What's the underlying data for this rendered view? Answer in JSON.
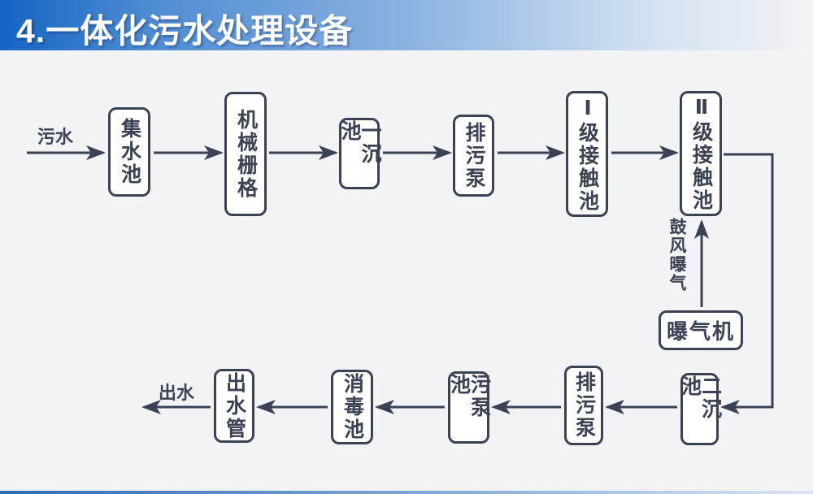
{
  "title": "4.一体化污水处理设备",
  "colors": {
    "title_blue": "#1464c2",
    "ink_navy": "#3a4254",
    "background": "#f2f3f5",
    "footer_blue": "#2d6cb4"
  },
  "flow": {
    "input_label": "污水",
    "output_label": "出水",
    "aeration_label": "鼓风曝气",
    "nodes": {
      "collection_tank": "集水池",
      "mechanical_grid": "机械栅格",
      "primary_sedimentation_tank": "一沉池",
      "sewage_pump_top": "排污泵",
      "level1_contact_tank": "Ⅰ级接触池",
      "level2_contact_tank": "Ⅱ级接触池",
      "aerator": "曝气机",
      "secondary_sedimentation_tank": "二沉池",
      "sewage_pump_bottom": "排污泵",
      "sludge_pump_tank": "污泵池",
      "disinfection_tank": "消毒池",
      "outlet_pipe": "出水管"
    },
    "edges": [
      {
        "from": "污水(入口)",
        "to": "集水池"
      },
      {
        "from": "集水池",
        "to": "机械栅格"
      },
      {
        "from": "机械栅格",
        "to": "一沉池"
      },
      {
        "from": "一沉池",
        "to": "排污泵"
      },
      {
        "from": "排污泵",
        "to": "Ⅰ级接触池"
      },
      {
        "from": "Ⅰ级接触池",
        "to": "Ⅱ级接触池"
      },
      {
        "from": "Ⅱ级接触池",
        "to": "二沉池"
      },
      {
        "from": "二沉池",
        "to": "排污泵"
      },
      {
        "from": "排污泵",
        "to": "污泵池"
      },
      {
        "from": "污泵池",
        "to": "消毒池"
      },
      {
        "from": "消毒池",
        "to": "出水管"
      },
      {
        "from": "出水管",
        "to": "出水(出口)"
      },
      {
        "from": "曝气机",
        "to": "Ⅱ级接触池",
        "label": "鼓风曝气"
      }
    ]
  }
}
